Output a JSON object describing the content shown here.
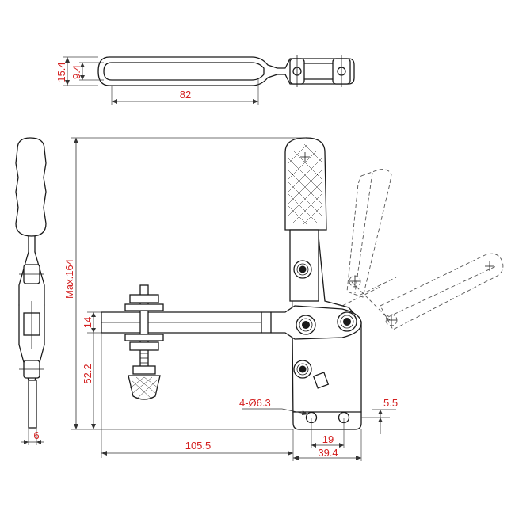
{
  "drawing": {
    "colors": {
      "line": "#1a1a1a",
      "dimension_text": "#d42020",
      "phantom": "#555555",
      "background": "#ffffff"
    },
    "dimensions": {
      "handle_overall_width": "15.4",
      "handle_inner_width": "9.4",
      "handle_length": "82",
      "max_height": "Max.164",
      "bar_thickness": "14",
      "spindle_height": "52.2",
      "reach": "105.5",
      "hole_callout": "4-Ø6.3",
      "hole_spacing": "19",
      "base_width": "39.4",
      "hole_edge_offset": "5.5",
      "side_width": "6"
    }
  }
}
